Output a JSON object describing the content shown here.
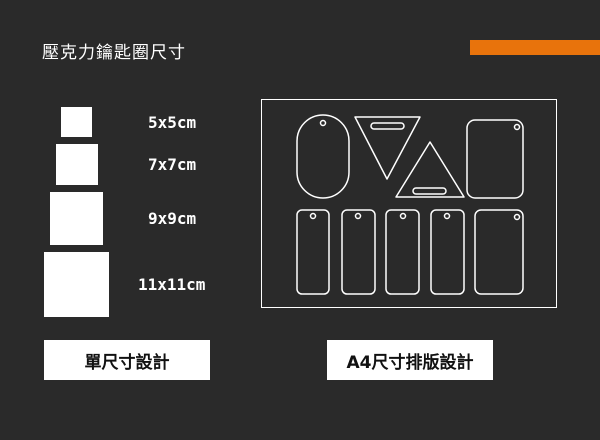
{
  "page": {
    "title": "壓克力鑰匙圈尺寸"
  },
  "colors": {
    "background": "#2a2a2a",
    "accent": "#e8730c",
    "foreground": "#ffffff"
  },
  "sizes": [
    {
      "label": "5x5cm"
    },
    {
      "label": "7x7cm"
    },
    {
      "label": "9x9cm"
    },
    {
      "label": "11x11cm"
    }
  ],
  "buttons": {
    "single_size": "單尺寸設計",
    "a4_layout": "A4尺寸排版設計"
  }
}
